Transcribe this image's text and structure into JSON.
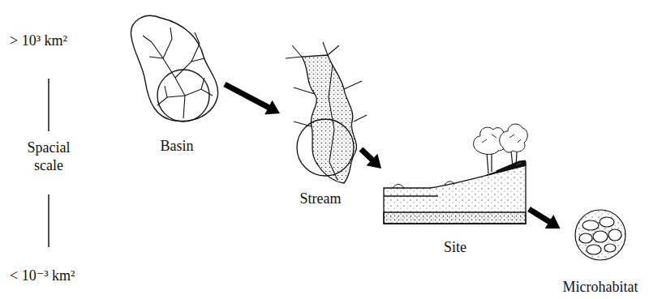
{
  "diagram": {
    "nodes": [
      {
        "text": [
          "Basin"
        ]
      },
      {
        "text": [
          "Stream"
        ]
      },
      {
        "text": [
          "Site"
        ]
      },
      {
        "text": [
          "Microhabitat"
        ]
      }
    ],
    "edges": [
      {
        "from": 0,
        "to": 1,
        "arrow": "to"
      },
      {
        "from": 1,
        "to": 2,
        "arrow": "to"
      },
      {
        "from": 2,
        "to": 3,
        "arrow": "to"
      }
    ],
    "labels": [
      "> 10³ km²",
      "Spacial scale",
      "< 10⁻³ km²"
    ]
  }
}
